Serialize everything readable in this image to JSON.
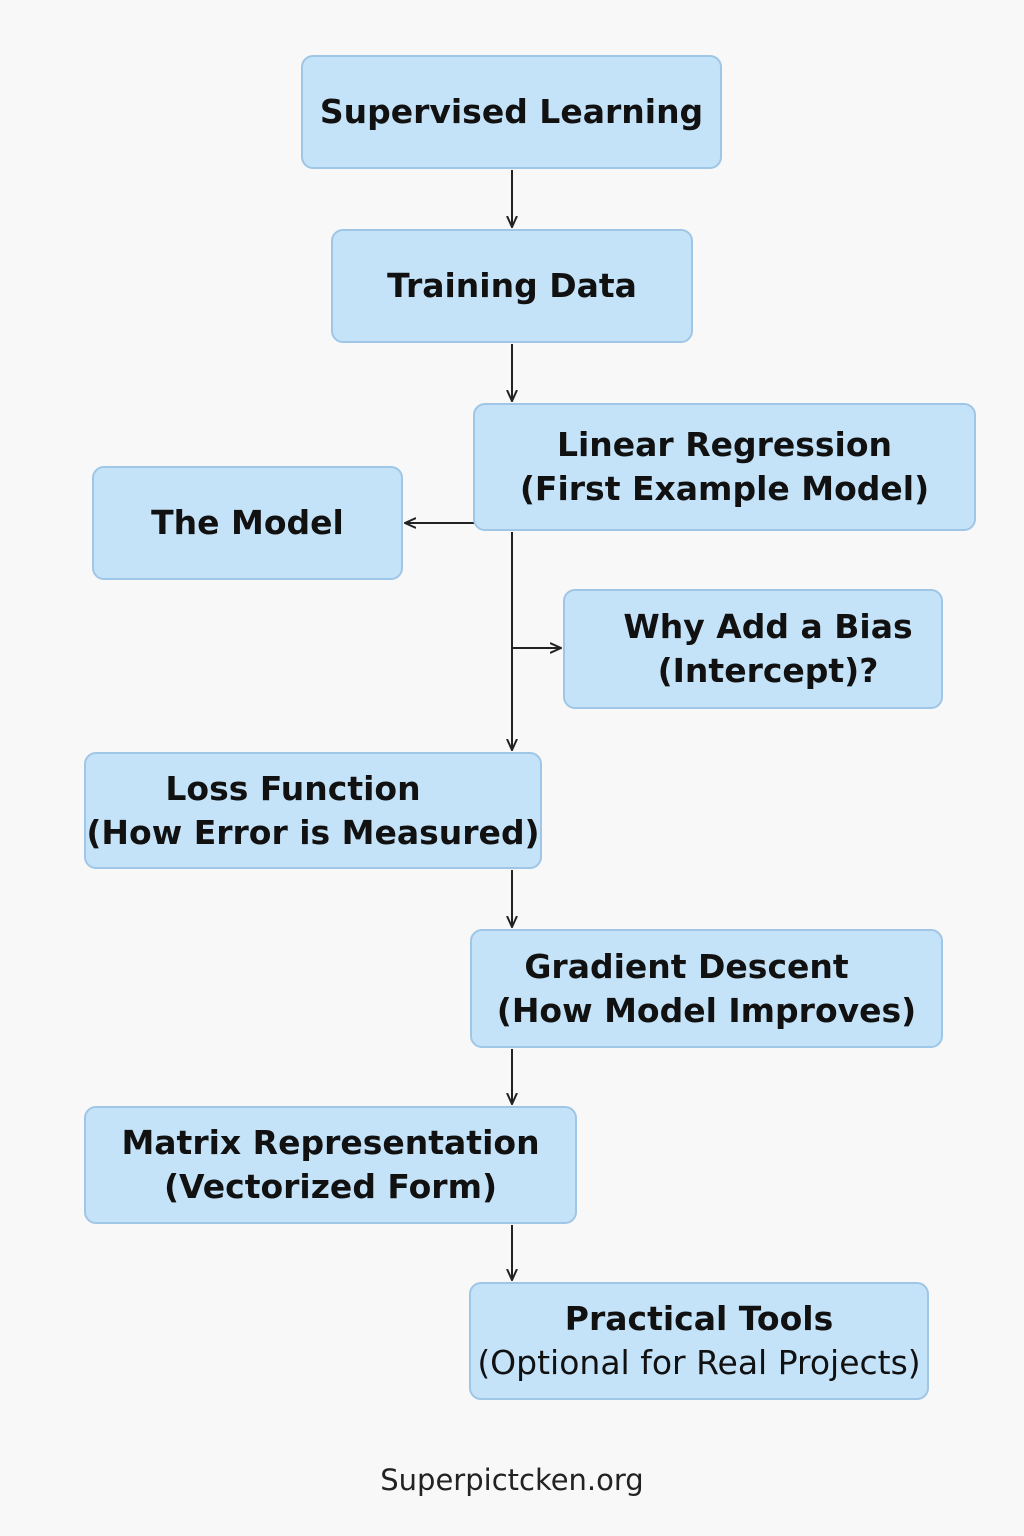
{
  "nodes": {
    "supervised": {
      "line1": "Supervised Learning"
    },
    "training": {
      "line1": "Training Data"
    },
    "linear": {
      "line1": "Linear Regression",
      "line2": "(First Example Model)"
    },
    "model": {
      "line1": "The Model"
    },
    "bias": {
      "line1": "Why Add a Bias",
      "line2": "(Intercept)?"
    },
    "loss": {
      "line1": "Loss Function",
      "line2": "(How Error is Measured)"
    },
    "gradient": {
      "line1": "Gradient Descent",
      "line2": "(How Model Improves)"
    },
    "matrix": {
      "line1": "Matrix Representation",
      "line2": "(Vectorized Form)"
    },
    "tools": {
      "line1": "Practical Tools",
      "line2": "(Optional for Real Projects)"
    }
  },
  "footer": {
    "text": "Superpictcken.org"
  },
  "colors": {
    "node_fill": "#c5e3f8",
    "node_border": "#9fc6e6",
    "arrow": "#222222"
  }
}
